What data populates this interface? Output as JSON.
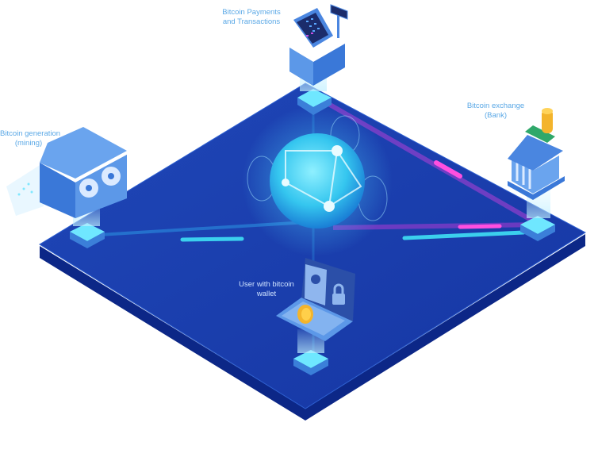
{
  "labels": {
    "payments": [
      "Bitcoin Payments",
      "and Transactions"
    ],
    "exchange": [
      "Bitcoin exchange",
      "(Bank)"
    ],
    "mining": [
      "Bitcoin generation",
      "(mining)"
    ],
    "wallet": [
      "User with bitcoin",
      "wallet"
    ]
  },
  "colors": {
    "platform_top": "#1b3fae",
    "platform_side": "#0c2787",
    "glow_cyan": "#39d6f2",
    "link_magenta": "#c53cd6",
    "label_text": "#5aa8e6"
  }
}
